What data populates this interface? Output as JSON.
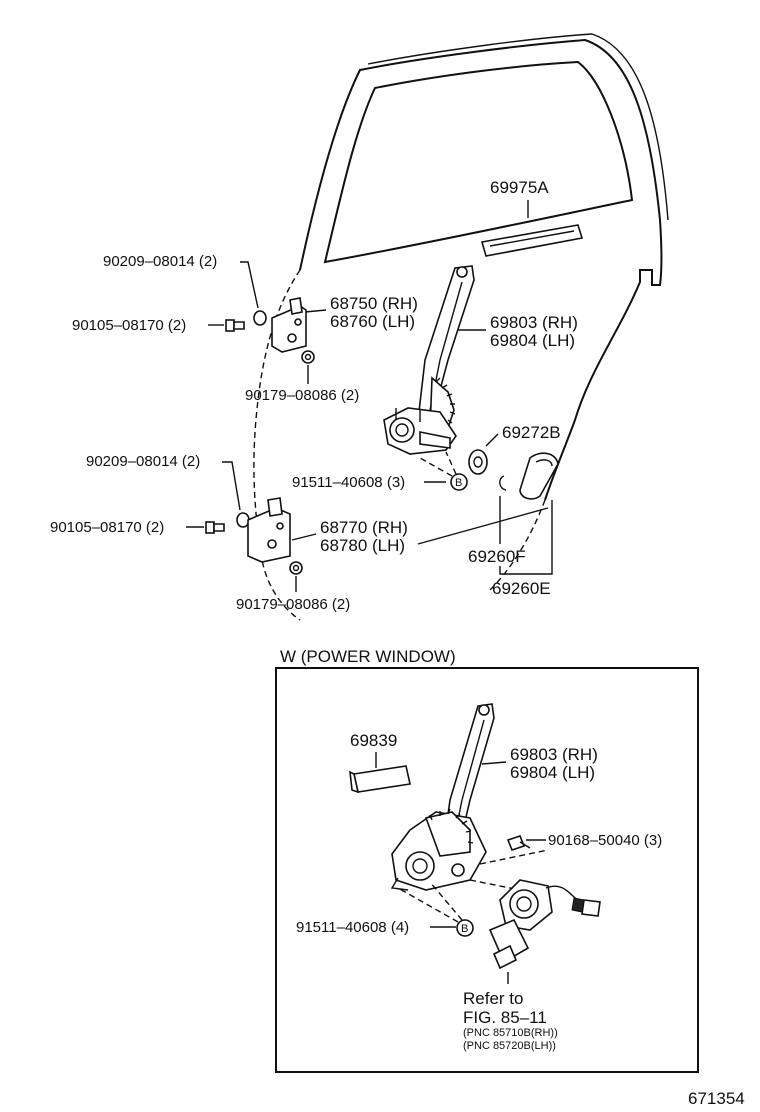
{
  "labels": {
    "p69975a": "69975A",
    "p90209_top": "90209–08014 (2)",
    "p68750": "68750 (RH)",
    "p68760": "68760 (LH)",
    "p90105_top": "90105–08170 (2)",
    "p69803_top": "69803 (RH)",
    "p69804_top": "69804 (LH)",
    "p90179_top": "90179–08086 (2)",
    "p69272b": "69272B",
    "p90209_bot": "90209–08014 (2)",
    "p91511_top": "91511–40608 (3)",
    "p90105_bot": "90105–08170 (2)",
    "p68770": "68770 (RH)",
    "p68780": "68780 (LH)",
    "p69260f": "69260F",
    "p69260e": "69260E",
    "p90179_bot": "90179–08086 (2)",
    "pw_title": "W (POWER WINDOW)",
    "p69839": "69839",
    "p69803_pw": "69803 (RH)",
    "p69804_pw": "69804 (LH)",
    "p90168": "90168–50040 (3)",
    "p91511_pw": "91511–40608 (4)",
    "refer1": "Refer to",
    "refer2": "FIG. 85–11",
    "pnc1": "(PNC 85710B(RH))",
    "pnc2": "(PNC 85720B(LH))",
    "fig_no": "671354",
    "callout_b": "B"
  }
}
